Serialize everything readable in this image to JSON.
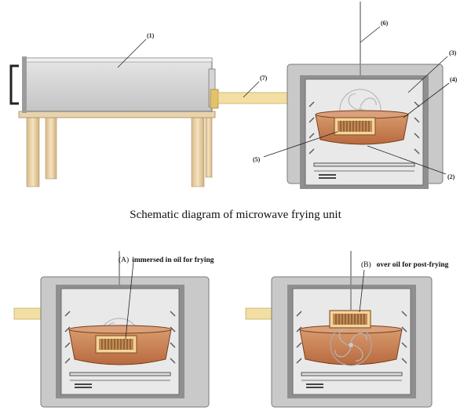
{
  "caption": "Schematic diagram of microwave frying unit",
  "labels": {
    "l1": "(1)",
    "l2": "(2)",
    "l3": "(3)",
    "l4": "(4)",
    "l5": "(5)",
    "l6": "(6)",
    "l7": "(7)"
  },
  "panel_a": {
    "tag": "(A)",
    "text": "immersed in oil for frying"
  },
  "panel_b": {
    "tag": "(B)",
    "text": "over oil for post-frying"
  },
  "colors": {
    "oven_body": "#c9c9c9",
    "cavity": "#9a9a9a",
    "oil_bowl": "#c07a4e",
    "duct": "#f2dea0",
    "table_legs": "#e7cfa6"
  }
}
